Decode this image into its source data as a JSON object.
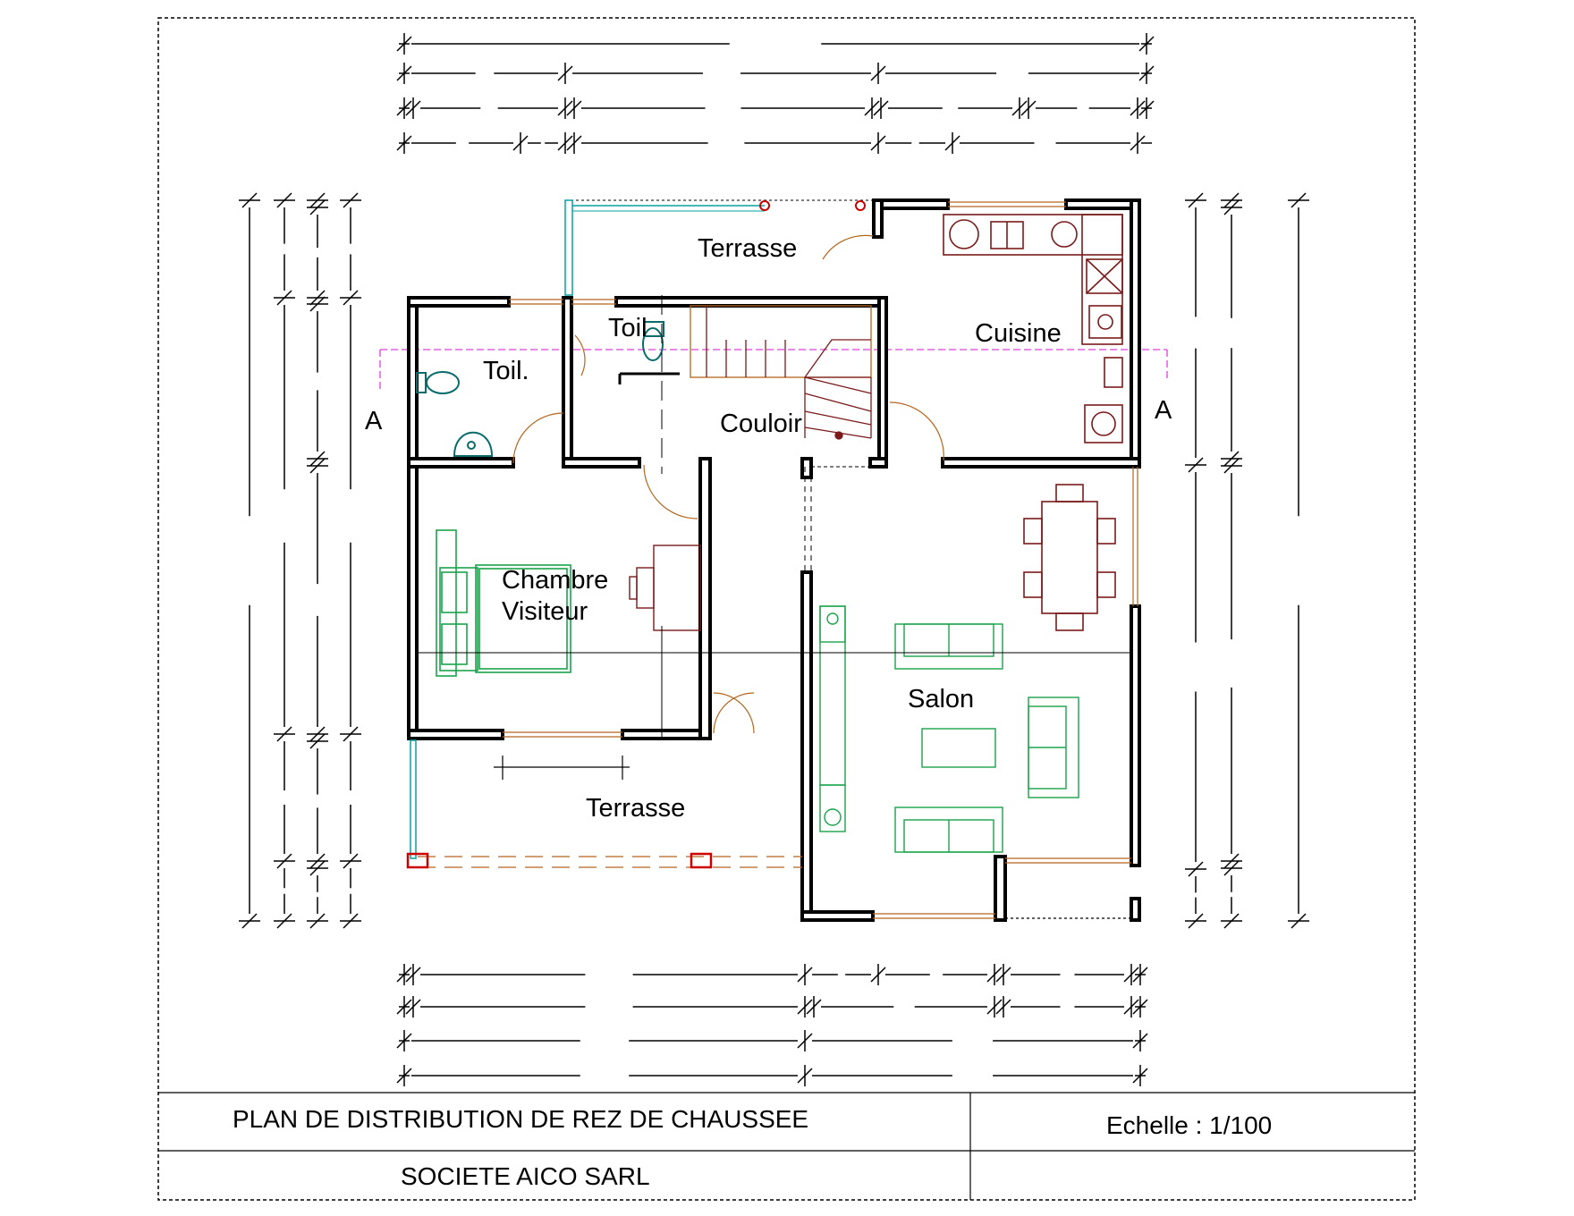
{
  "drawing": {
    "rooms": [
      {
        "id": "terrasse-nord",
        "label": "Terrasse"
      },
      {
        "id": "cuisine",
        "label": "Cuisine"
      },
      {
        "id": "toilette-1",
        "label": "Toil"
      },
      {
        "id": "toilette-2",
        "label": "Toil."
      },
      {
        "id": "couloir",
        "label": "Couloir"
      },
      {
        "id": "chambre-visiteur-1",
        "label": "Chambre"
      },
      {
        "id": "chambre-visiteur-2",
        "label": "Visiteur"
      },
      {
        "id": "salon",
        "label": "Salon"
      },
      {
        "id": "terrasse-sud",
        "label": "Terrasse"
      }
    ],
    "section_marker": "A",
    "colors": {
      "walls": "#000000",
      "kitchen_furniture": "#7a1a1a",
      "living_furniture": "#1aa34a",
      "sanitary": "#0a6b6b",
      "doors": "#b5651d",
      "section_line": "#e040e0",
      "columns": "#cc0000"
    }
  },
  "title_block": {
    "title": "PLAN DE DISTRIBUTION DE REZ DE CHAUSSEE",
    "scale": "Echelle : 1/100",
    "company": "SOCIETE AICO SARL"
  }
}
